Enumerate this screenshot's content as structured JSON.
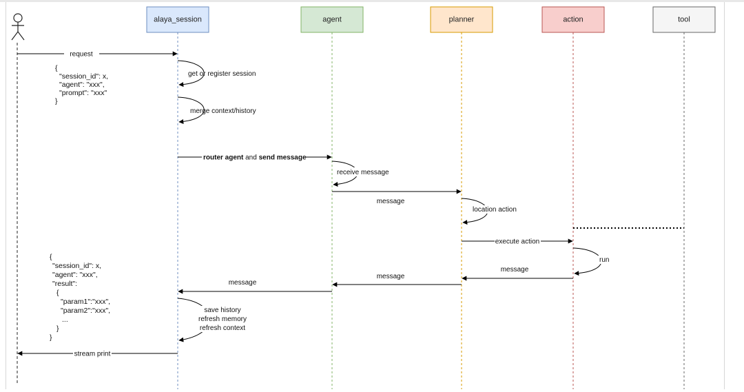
{
  "participants": {
    "user": "",
    "alaya_session": "alaya_session",
    "agent": "agent",
    "planner": "planner",
    "action": "action",
    "tool": "tool"
  },
  "colors": {
    "alaya_session": {
      "fill": "#dae8fc",
      "stroke": "#6c8ebf"
    },
    "agent": {
      "fill": "#d5e8d4",
      "stroke": "#82b366"
    },
    "planner": {
      "fill": "#ffe6cc",
      "stroke": "#d79b00"
    },
    "action": {
      "fill": "#f8cecc",
      "stroke": "#b85450"
    },
    "tool": {
      "fill": "#f5f5f5",
      "stroke": "#666666"
    }
  },
  "messages": {
    "request": "request",
    "get_register": "get or register session",
    "merge_context": "merge context/history",
    "router_part1": "router agent",
    "router_part2": " and ",
    "router_part3": "send message",
    "receive_message": "receive message",
    "agent_to_planner": "message",
    "location_action": "location action",
    "execute_action": "execute action",
    "run": "run",
    "action_to_planner": "message",
    "planner_to_agent": "message",
    "agent_to_session": "message",
    "save_history": "save history",
    "refresh_memory": "refresh memory",
    "refresh_context": "refresh context",
    "stream_print": "stream print"
  },
  "request_note": [
    "{",
    "\"session_id\": x,",
    "\"agent\": \"xxx\",",
    "\"prompt\": \"xxx\"",
    "}"
  ],
  "response_note": [
    "{",
    "\"session_id\": x,",
    "\"agent\": \"xxx\",",
    "\"result\":",
    "{",
    "\"param1\":\"xxx\",",
    "\"param2\":\"xxx\",",
    "...",
    "}",
    "}"
  ]
}
